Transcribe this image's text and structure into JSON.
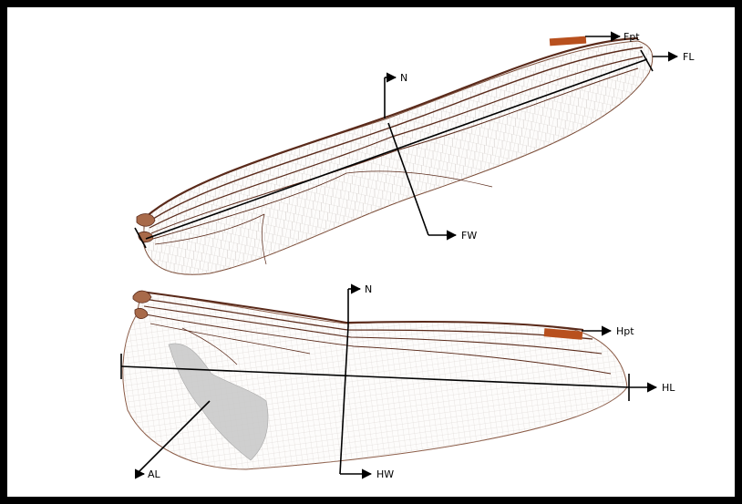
{
  "title": "",
  "colors": {
    "border": "#000000",
    "background": "#ffffff",
    "vein_main": "#5a2a1a",
    "vein_cell": "#c9c3c0",
    "membrane": "#fdfcfb",
    "pterostigma": "#b8501e",
    "anal_loop": "#c8c8c8",
    "measure": "#000000"
  },
  "figure": {
    "forewing": {
      "labels": {
        "pterostigma": "Fpt",
        "length": "FL",
        "nodus": "N",
        "width": "FW"
      }
    },
    "hindwing": {
      "labels": {
        "pterostigma": "Hpt",
        "length": "HL",
        "nodus": "N",
        "width": "HW",
        "anal_loop": "AL"
      }
    }
  }
}
